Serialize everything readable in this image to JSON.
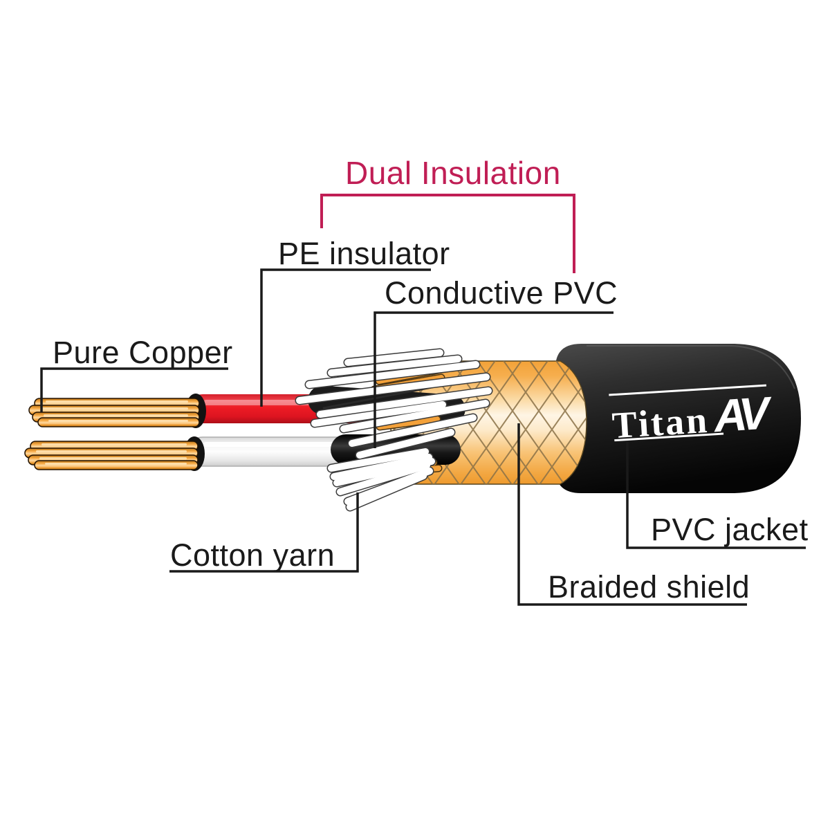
{
  "diagram": {
    "labels": {
      "dual_insulation": "Dual Insulation",
      "pe_insulator": "PE insulator",
      "conductive_pvc": "Conductive PVC",
      "pure_copper": "Pure Copper",
      "cotton_yarn": "Cotton yarn",
      "pvc_jacket": "PVC jacket",
      "braided_shield": "Braided shield"
    },
    "logo": {
      "brand_primary": "Titan",
      "brand_secondary": "AV"
    }
  },
  "colors": {
    "accent": "#C01E55",
    "ink": "#1A1A1A",
    "copper": "#F5A843",
    "braid_gold": "#F7BA5C",
    "red_insulation": "#EE1C25",
    "white_insulation": "#F2F2F2",
    "jacket_black": "#1E1E1E",
    "logo_white": "#FFFFFF"
  }
}
